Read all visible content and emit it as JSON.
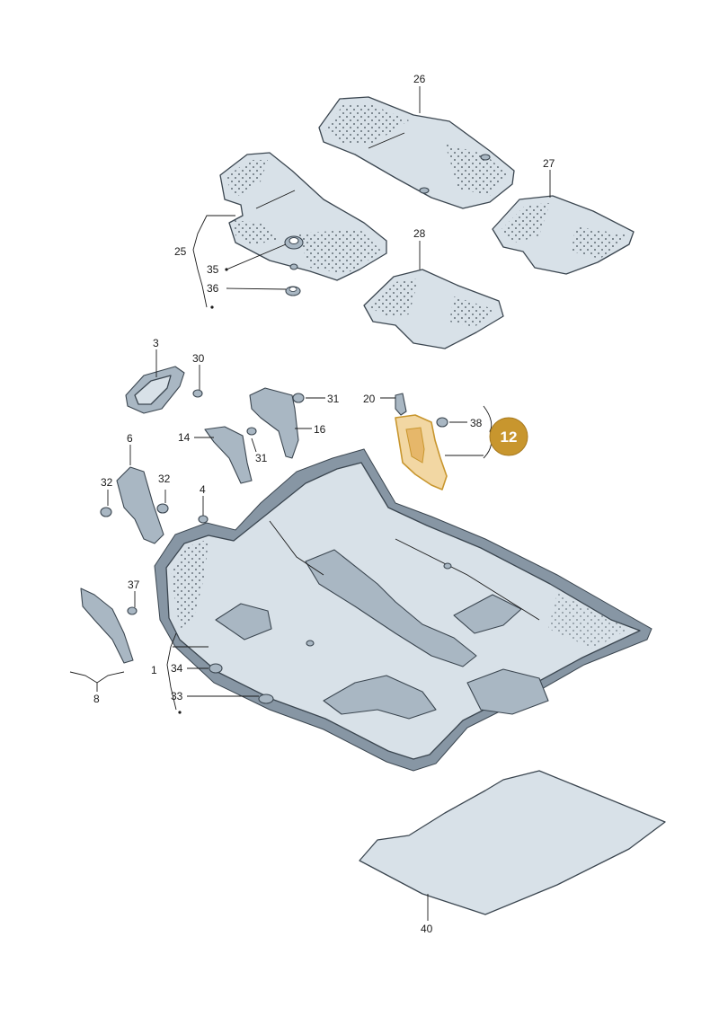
{
  "diagram": {
    "highlight_color": "#c8962e",
    "part_fill_color": "#d8e1e8",
    "outline_color": "#3b4650",
    "highlighted_callout": "12",
    "callouts": {
      "c1": "1",
      "c3": "3",
      "c4": "4",
      "c6": "6",
      "c8": "8",
      "c12": "12",
      "c14": "14",
      "c16": "16",
      "c20": "20",
      "c25": "25",
      "c26": "26",
      "c27": "27",
      "c28": "28",
      "c30": "30",
      "c31a": "31",
      "c31b": "31",
      "c32a": "32",
      "c32b": "32",
      "c33": "33",
      "c34": "34",
      "c35": "35",
      "c36": "36",
      "c37": "37",
      "c38": "38",
      "c40": "40"
    }
  }
}
